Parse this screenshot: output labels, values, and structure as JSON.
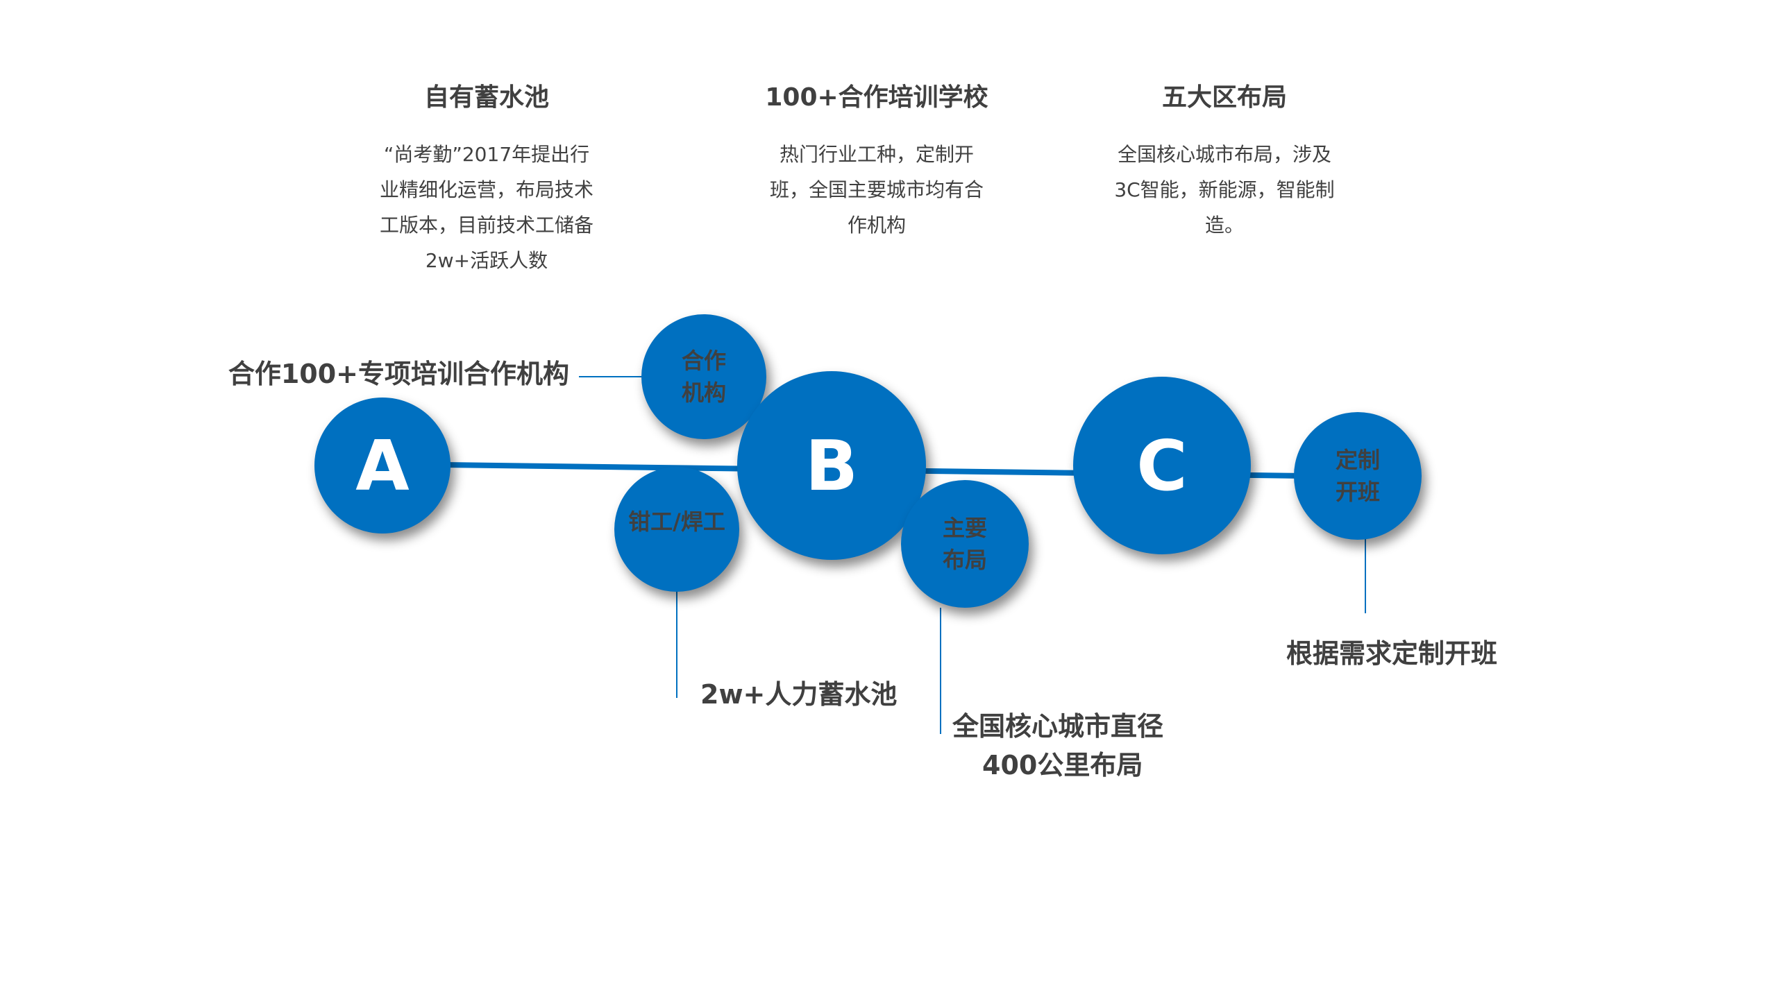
{
  "columns": [
    {
      "title": "自有蓄水池",
      "body": "“尚考勤”2017年提出行业精细化运营，布局技术工版本，目前技术工储备2w+活跃人数"
    },
    {
      "title": "100+合作培训学校",
      "body": "热门行业工种，定制开班，全国主要城市均有合作机构"
    },
    {
      "title": "五大区布局",
      "body": "全国核心城市布局，涉及3C智能，新能源，智能制造。"
    }
  ],
  "nodes": {
    "a": "A",
    "b": "B",
    "c": "C",
    "partner": "合作\n机构",
    "fitter": "钳工/焊工",
    "layout": "主要\n布局",
    "custom": "定制\n开班"
  },
  "labels": {
    "partner": "合作100+专项培训合作机构",
    "fitter": "2w+人力蓄水池",
    "layout_1": "全国核心城市直径",
    "layout_2": "400公里布局",
    "custom": "根据需求定制开班"
  },
  "colors": {
    "accent": "#0070c0",
    "text": "#404040"
  }
}
